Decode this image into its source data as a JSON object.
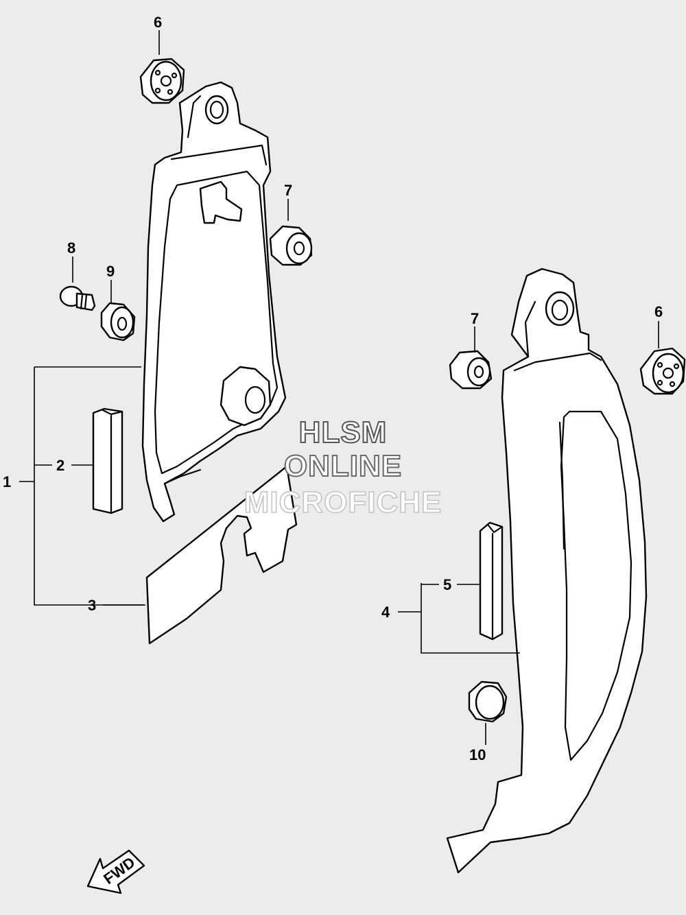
{
  "callouts": {
    "c1": "1",
    "c2": "2",
    "c3": "3",
    "c4": "4",
    "c5": "5",
    "c6a": "6",
    "c6b": "6",
    "c7a": "7",
    "c7b": "7",
    "c8": "8",
    "c9": "9",
    "c10": "10"
  },
  "fwd_label": "FWD",
  "watermark": {
    "line1": "HLSM",
    "line2": "ONLINE",
    "line3": "MICROFICHE"
  },
  "colors": {
    "background": "#ececec",
    "line": "#000000",
    "part_fill": "#ffffff"
  }
}
